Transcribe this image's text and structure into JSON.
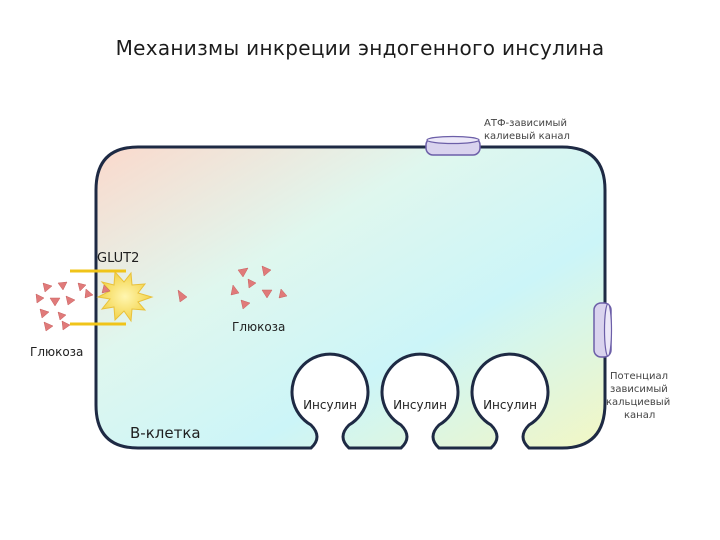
{
  "title": "Механизмы инкреции эндогенного инсулина",
  "labels": {
    "atp_channel": [
      "АТФ-зависимый",
      "калиевый канал"
    ],
    "potential_channel": [
      "Потенциал",
      "зависимый",
      "кальциевый",
      "канал"
    ],
    "glut2": "GLUT2",
    "glucose_outside": "Глюкоза",
    "glucose_inside": "Глюкоза",
    "cell": "B-клетка",
    "insulin": [
      "Инсулин",
      "Инсулин",
      "Инсулин"
    ]
  },
  "colors": {
    "membrane": "#1e2a44",
    "glucose": "#e07a7a",
    "glut2": "#f0c419",
    "channel_fill": "#d9d3ee",
    "channel_stroke": "#6c5fa8"
  },
  "icons": {
    "glucose": "glucose-triangle-icon",
    "glut2_burst": "glucose-transport-burst-icon"
  }
}
